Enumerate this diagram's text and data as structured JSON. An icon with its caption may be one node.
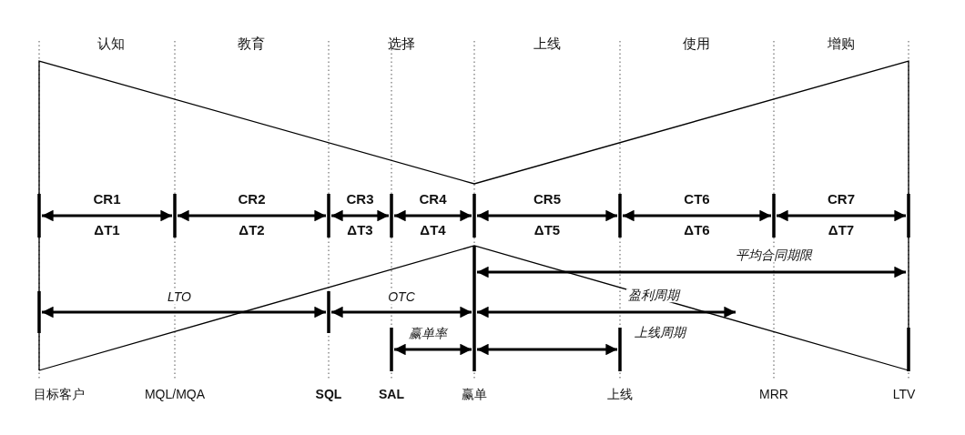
{
  "diagram": {
    "labels": [
      "认知",
      "教育",
      "选择",
      "上线",
      "使用",
      "增购",
      "CR1",
      "CR2",
      "CR3",
      "CR4",
      "CR5",
      "CT6",
      "CR7",
      "ΔT1",
      "ΔT2",
      "ΔT3",
      "ΔT4",
      "ΔT5",
      "ΔT6",
      "ΔT7",
      "平均合同期限",
      "LTO",
      "OTC",
      "盈利周期",
      "赢单率",
      "上线周期",
      "目标客户",
      "MQL/MQA",
      "SQL",
      "SAL",
      "赢单",
      "上线",
      "MRR",
      "LTV"
    ]
  }
}
